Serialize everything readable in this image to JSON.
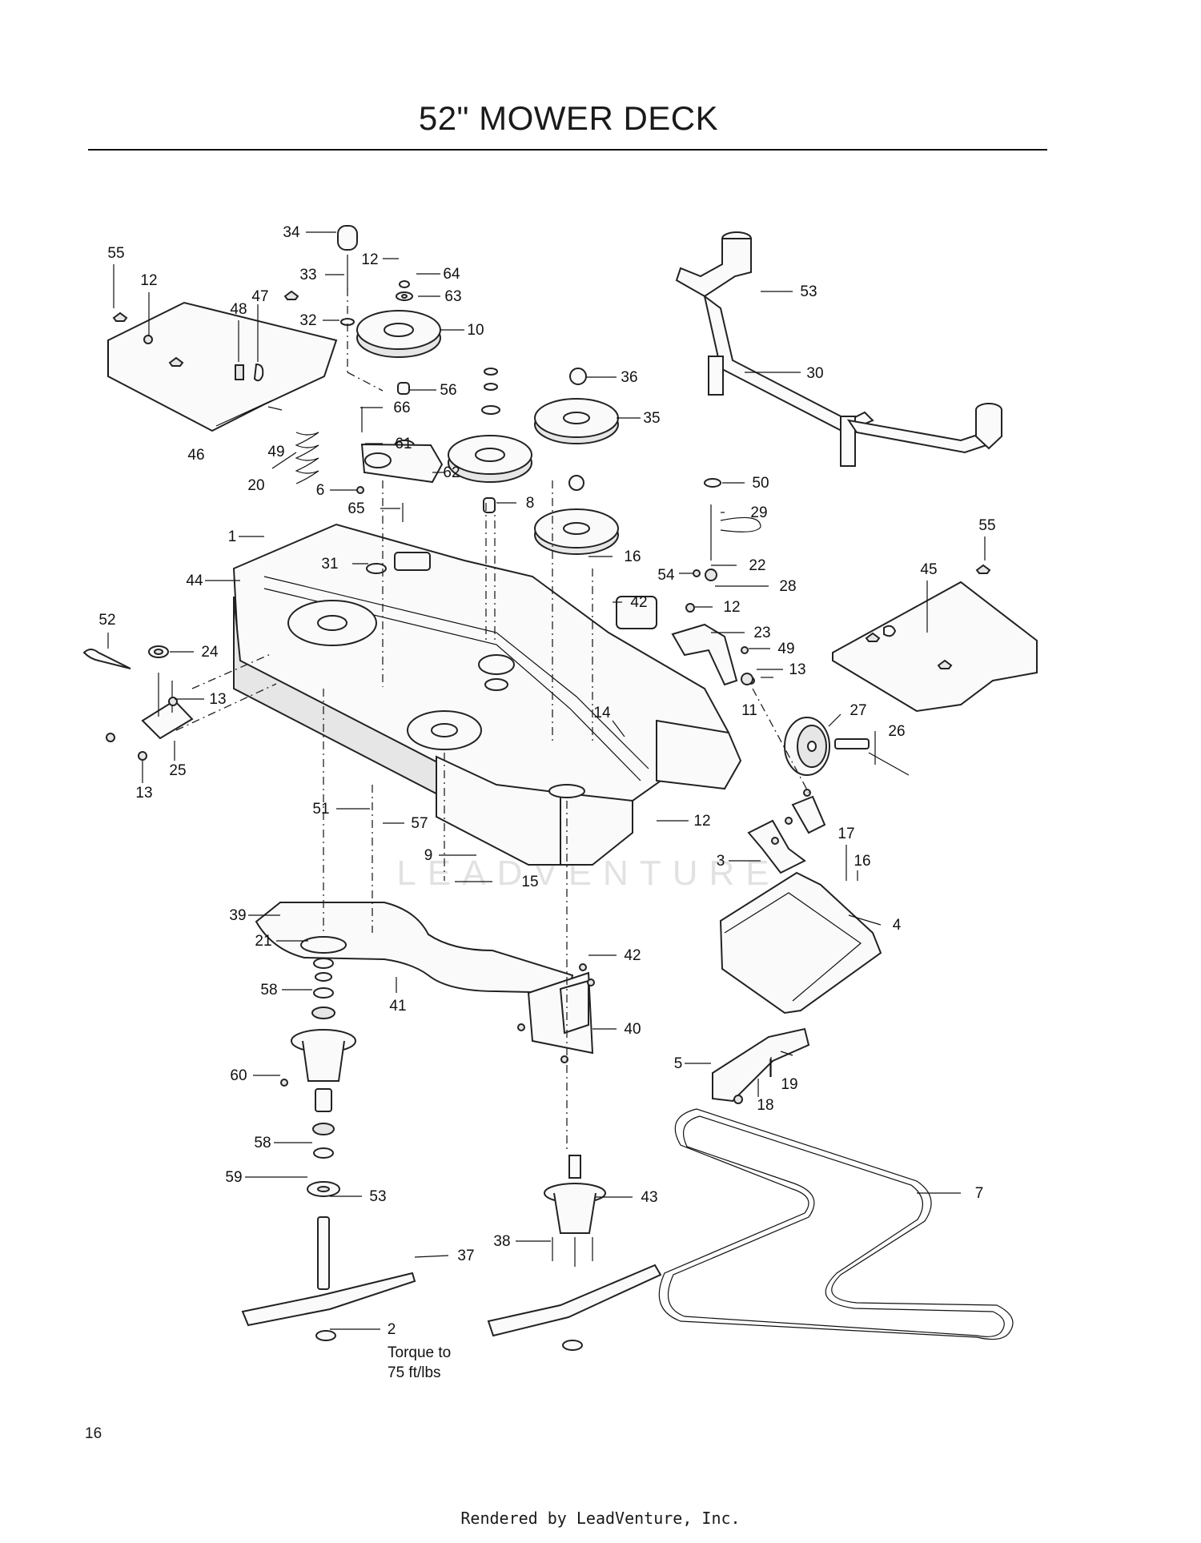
{
  "page": {
    "title": "52\" MOWER DECK",
    "page_number": "16",
    "footer": "Rendered by LeadVenture, Inc.",
    "watermark": "LEADVENTURE"
  },
  "note": {
    "line1": "Torque to",
    "line2": "75 ft/lbs"
  },
  "callouts": [
    {
      "id": "c34",
      "label": "34"
    },
    {
      "id": "c55a",
      "label": "55"
    },
    {
      "id": "c12a",
      "label": "12"
    },
    {
      "id": "c33",
      "label": "33"
    },
    {
      "id": "c12b",
      "label": "12"
    },
    {
      "id": "c64",
      "label": "64"
    },
    {
      "id": "c63",
      "label": "63"
    },
    {
      "id": "c48",
      "label": "48"
    },
    {
      "id": "c47",
      "label": "47"
    },
    {
      "id": "c32",
      "label": "32"
    },
    {
      "id": "c10",
      "label": "10"
    },
    {
      "id": "c53a",
      "label": "53"
    },
    {
      "id": "c30",
      "label": "30"
    },
    {
      "id": "c56",
      "label": "56"
    },
    {
      "id": "c36",
      "label": "36"
    },
    {
      "id": "c66",
      "label": "66"
    },
    {
      "id": "c35",
      "label": "35"
    },
    {
      "id": "c61",
      "label": "61"
    },
    {
      "id": "c46",
      "label": "46"
    },
    {
      "id": "c49a",
      "label": "49"
    },
    {
      "id": "c62",
      "label": "62"
    },
    {
      "id": "c20",
      "label": "20"
    },
    {
      "id": "c6",
      "label": "6"
    },
    {
      "id": "c50",
      "label": "50"
    },
    {
      "id": "c8",
      "label": "8"
    },
    {
      "id": "c65",
      "label": "65"
    },
    {
      "id": "c29",
      "label": "29"
    },
    {
      "id": "c1",
      "label": "1"
    },
    {
      "id": "c55b",
      "label": "55"
    },
    {
      "id": "c16a",
      "label": "16"
    },
    {
      "id": "c31",
      "label": "31"
    },
    {
      "id": "c22",
      "label": "22"
    },
    {
      "id": "c45",
      "label": "45"
    },
    {
      "id": "c44",
      "label": "44"
    },
    {
      "id": "c54",
      "label": "54"
    },
    {
      "id": "c28",
      "label": "28"
    },
    {
      "id": "c42a",
      "label": "42"
    },
    {
      "id": "c12c",
      "label": "12"
    },
    {
      "id": "c52",
      "label": "52"
    },
    {
      "id": "c23",
      "label": "23"
    },
    {
      "id": "c24",
      "label": "24"
    },
    {
      "id": "c49b",
      "label": "49"
    },
    {
      "id": "c13a",
      "label": "13"
    },
    {
      "id": "c13b",
      "label": "13"
    },
    {
      "id": "c11",
      "label": "11"
    },
    {
      "id": "c27",
      "label": "27"
    },
    {
      "id": "c14",
      "label": "14"
    },
    {
      "id": "c26",
      "label": "26"
    },
    {
      "id": "c25",
      "label": "25"
    },
    {
      "id": "c13c",
      "label": "13"
    },
    {
      "id": "c51",
      "label": "51"
    },
    {
      "id": "c57",
      "label": "57"
    },
    {
      "id": "c12d",
      "label": "12"
    },
    {
      "id": "c17",
      "label": "17"
    },
    {
      "id": "c9",
      "label": "9"
    },
    {
      "id": "c3",
      "label": "3"
    },
    {
      "id": "c16b",
      "label": "16"
    },
    {
      "id": "c15",
      "label": "15"
    },
    {
      "id": "c39",
      "label": "39"
    },
    {
      "id": "c4",
      "label": "4"
    },
    {
      "id": "c21",
      "label": "21"
    },
    {
      "id": "c42b",
      "label": "42"
    },
    {
      "id": "c58a",
      "label": "58"
    },
    {
      "id": "c41",
      "label": "41"
    },
    {
      "id": "c40",
      "label": "40"
    },
    {
      "id": "c5",
      "label": "5"
    },
    {
      "id": "c60",
      "label": "60"
    },
    {
      "id": "c19",
      "label": "19"
    },
    {
      "id": "c18",
      "label": "18"
    },
    {
      "id": "c58b",
      "label": "58"
    },
    {
      "id": "c7",
      "label": "7"
    },
    {
      "id": "c59",
      "label": "59"
    },
    {
      "id": "c53b",
      "label": "53"
    },
    {
      "id": "c43",
      "label": "43"
    },
    {
      "id": "c38",
      "label": "38"
    },
    {
      "id": "c37",
      "label": "37"
    },
    {
      "id": "c2",
      "label": "2"
    }
  ]
}
